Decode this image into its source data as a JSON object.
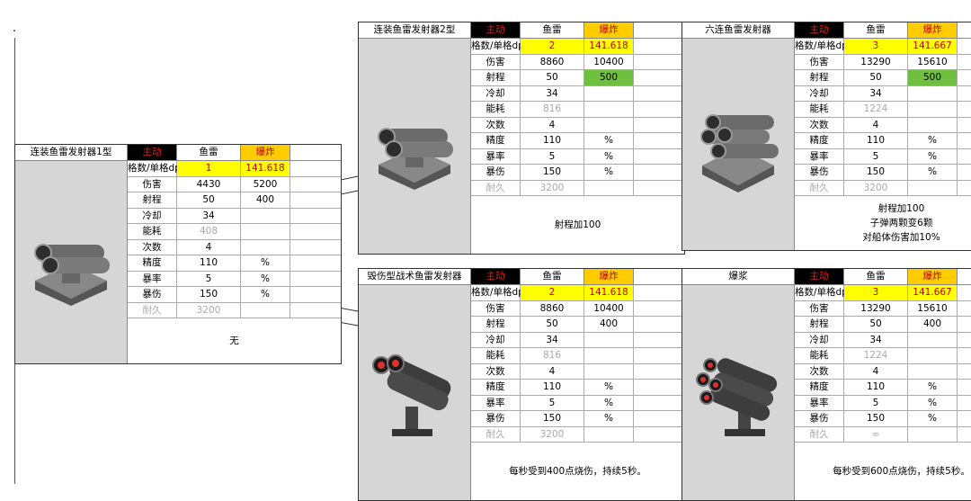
{
  "header_labels": {
    "active": "主动",
    "torpedo": "鱼雷",
    "explode": "爆炸"
  },
  "cards": [
    {
      "title": "连装鱼雷发射器1型",
      "dps_label": "格数/单格dps",
      "slots": "1",
      "dps": "141.618",
      "stats": [
        {
          "label": "伤害",
          "v1": "4430",
          "v2": "5200",
          "v3": ""
        },
        {
          "label": "射程",
          "v1": "50",
          "v2": "400",
          "v3": ""
        },
        {
          "label": "冷却",
          "v1": "34",
          "v2": "",
          "v3": ""
        },
        {
          "label": "能耗",
          "v1": "408",
          "v2": "",
          "v3": ""
        },
        {
          "label": "次数",
          "v1": "4",
          "v2": "",
          "v3": ""
        },
        {
          "label": "精度",
          "v1": "110",
          "v2": "%",
          "v3": ""
        },
        {
          "label": "暴率",
          "v1": "5",
          "v2": "%",
          "v3": ""
        },
        {
          "label": "暴伤",
          "v1": "150",
          "v2": "%",
          "v3": ""
        },
        {
          "label": "耐久",
          "v1": "3200",
          "v2": "",
          "v3": ""
        }
      ],
      "notes": [
        "无"
      ]
    },
    {
      "title": "连装鱼雷发射器2型",
      "dps_label": "格数/单格dps",
      "slots": "2",
      "dps": "141.618",
      "stats": [
        {
          "label": "伤害",
          "v1": "8860",
          "v2": "10400",
          "v3": ""
        },
        {
          "label": "射程",
          "v1": "50",
          "v2": "500",
          "v3": ""
        },
        {
          "label": "冷却",
          "v1": "34",
          "v2": "",
          "v3": ""
        },
        {
          "label": "能耗",
          "v1": "816",
          "v2": "",
          "v3": ""
        },
        {
          "label": "次数",
          "v1": "4",
          "v2": "",
          "v3": ""
        },
        {
          "label": "精度",
          "v1": "110",
          "v2": "%",
          "v3": ""
        },
        {
          "label": "暴率",
          "v1": "5",
          "v2": "%",
          "v3": ""
        },
        {
          "label": "暴伤",
          "v1": "150",
          "v2": "%",
          "v3": ""
        },
        {
          "label": "耐久",
          "v1": "3200",
          "v2": "",
          "v3": ""
        }
      ],
      "notes": [
        "射程加100"
      ]
    },
    {
      "title": "六连鱼雷发射器",
      "dps_label": "格数/单格dps",
      "slots": "3",
      "dps": "141.667",
      "stats": [
        {
          "label": "伤害",
          "v1": "13290",
          "v2": "15610",
          "v3": ""
        },
        {
          "label": "射程",
          "v1": "50",
          "v2": "500",
          "v3": ""
        },
        {
          "label": "冷却",
          "v1": "34",
          "v2": "",
          "v3": ""
        },
        {
          "label": "能耗",
          "v1": "1224",
          "v2": "",
          "v3": ""
        },
        {
          "label": "次数",
          "v1": "4",
          "v2": "",
          "v3": ""
        },
        {
          "label": "精度",
          "v1": "110",
          "v2": "%",
          "v3": ""
        },
        {
          "label": "暴率",
          "v1": "5",
          "v2": "%",
          "v3": ""
        },
        {
          "label": "暴伤",
          "v1": "150",
          "v2": "%",
          "v3": ""
        },
        {
          "label": "耐久",
          "v1": "3200",
          "v2": "",
          "v3": ""
        }
      ],
      "notes": [
        "射程加100",
        "子弹两颗变6颗",
        "对船体伤害加10%"
      ]
    },
    {
      "title": "毁伤型战术鱼雷发射器",
      "dps_label": "格数/单格dps",
      "slots": "2",
      "dps": "141.618",
      "stats": [
        {
          "label": "伤害",
          "v1": "8860",
          "v2": "10400",
          "v3": ""
        },
        {
          "label": "射程",
          "v1": "50",
          "v2": "400",
          "v3": ""
        },
        {
          "label": "冷却",
          "v1": "34",
          "v2": "",
          "v3": ""
        },
        {
          "label": "能耗",
          "v1": "816",
          "v2": "",
          "v3": ""
        },
        {
          "label": "次数",
          "v1": "4",
          "v2": "",
          "v3": ""
        },
        {
          "label": "精度",
          "v1": "110",
          "v2": "%",
          "v3": ""
        },
        {
          "label": "暴率",
          "v1": "5",
          "v2": "%",
          "v3": ""
        },
        {
          "label": "暴伤",
          "v1": "150",
          "v2": "%",
          "v3": ""
        },
        {
          "label": "耐久",
          "v1": "3200",
          "v2": "",
          "v3": ""
        }
      ],
      "notes": [
        "每秒受到400点烧伤，持续5秒。"
      ]
    },
    {
      "title": "爆浆",
      "dps_label": "格数/单格dps",
      "slots": "3",
      "dps": "141.667",
      "stats": [
        {
          "label": "伤害",
          "v1": "13290",
          "v2": "15610",
          "v3": ""
        },
        {
          "label": "射程",
          "v1": "50",
          "v2": "400",
          "v3": ""
        },
        {
          "label": "冷却",
          "v1": "34",
          "v2": "",
          "v3": ""
        },
        {
          "label": "能耗",
          "v1": "1224",
          "v2": "",
          "v3": ""
        },
        {
          "label": "次数",
          "v1": "4",
          "v2": "",
          "v3": ""
        },
        {
          "label": "精度",
          "v1": "110",
          "v2": "%",
          "v3": ""
        },
        {
          "label": "暴率",
          "v1": "5",
          "v2": "%",
          "v3": ""
        },
        {
          "label": "暴伤",
          "v1": "150",
          "v2": "%",
          "v3": ""
        },
        {
          "label": "耐久",
          "v1": "∞",
          "v2": "",
          "v3": ""
        }
      ],
      "notes": [
        "每秒受到600点烧伤，持续5秒。"
      ]
    }
  ],
  "colors": {
    "active_bg": "#000000",
    "active_text": "#e02020",
    "explode_bg": "#ffcc00",
    "dps_bg": "#ffff00",
    "range_up_bg": "#70c040"
  }
}
